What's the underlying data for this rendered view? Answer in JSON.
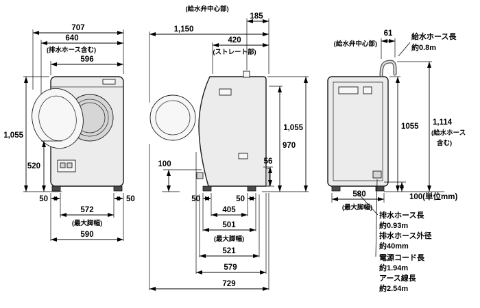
{
  "front_view": {
    "w707": "707",
    "w640": "640",
    "w640_note": "(排水ホース含む)",
    "w596": "596",
    "h1055": "1,055",
    "h520": "520",
    "foot_l": "50",
    "foot_r": "50",
    "w572": "572",
    "w572_note": "(最大脚幅)",
    "w590": "590"
  },
  "side_view": {
    "valve_note": "(給水弁中心部)",
    "d185": "185",
    "d1150": "1,150",
    "d420": "420",
    "d420_note": "(ストレート部)",
    "h1055": "1,055",
    "h970": "970",
    "h100": "100",
    "h56": "56",
    "foot_f": "50",
    "foot_r": "50",
    "d405": "405",
    "d501": "501",
    "d501_note": "(最大脚幅)",
    "d521": "521",
    "d579": "579",
    "d729": "729"
  },
  "back_view": {
    "d61": "61",
    "valve_note": "(給水弁中心部)",
    "hose_label1": "給水ホース長",
    "hose_label2": "約0.8m",
    "h1114": "1,114",
    "h1114_note1": "(給水ホース",
    "h1114_note2": "含む)",
    "h1055": "1055",
    "w580": "580",
    "w580_note": "(最大脚幅)",
    "unit_100": "100(単位mm)",
    "drain_len_label": "排水ホース長",
    "drain_len_value": "約0.93m",
    "drain_dia_label": "排水ホース外径",
    "drain_dia_value": "約40mm",
    "cord_label": "電源コード長",
    "cord_value": "約1.94m",
    "earth_label": "アース線長",
    "earth_value": "約2.54m"
  }
}
